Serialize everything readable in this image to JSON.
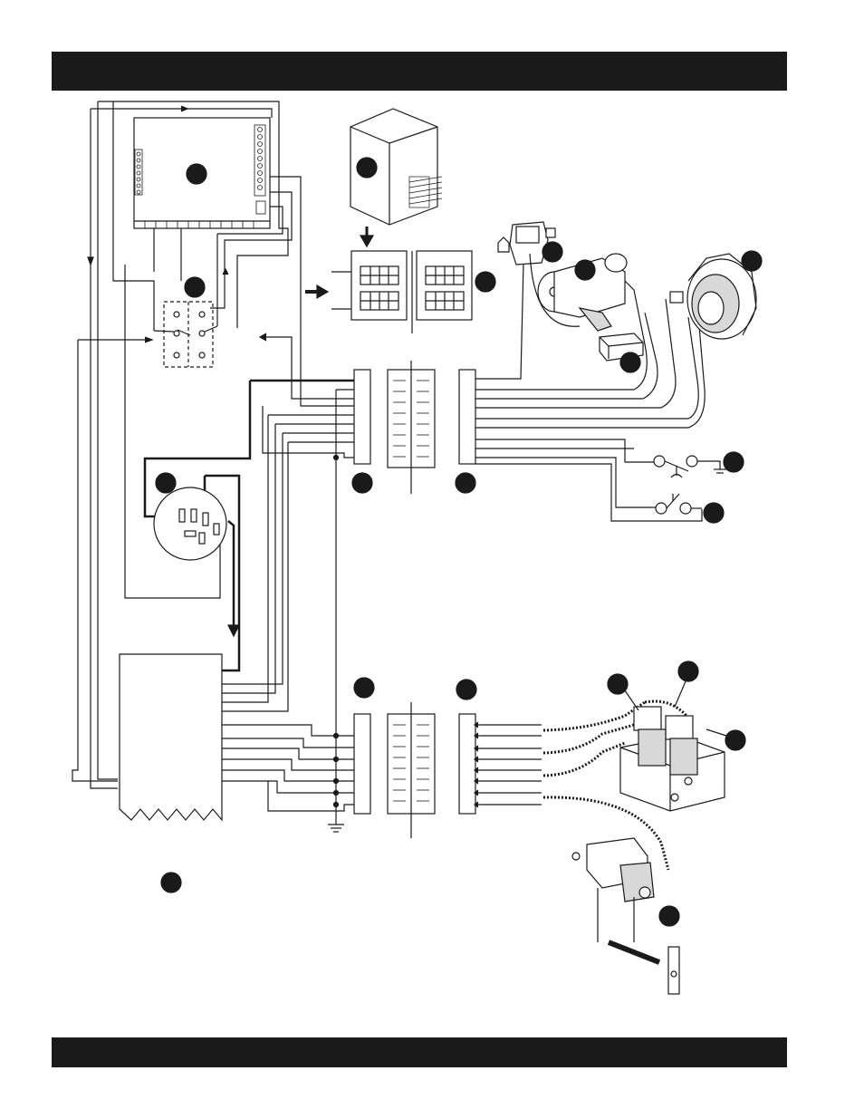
{
  "header": {
    "title": ""
  },
  "footer": {
    "title": ""
  },
  "diagram": {
    "callout_count": 19,
    "colors": {
      "ink": "#1a1a1a",
      "paper": "#ffffff",
      "metal": "#d8d8d8"
    },
    "components": [
      "control-panel-board",
      "enclosure-box",
      "relay-fuse-block-a",
      "relay-fuse-block-b",
      "switch-dashed-block",
      "connector-a-left",
      "connector-a-middle",
      "connector-a-right",
      "connector-b-left",
      "connector-b-middle",
      "connector-b-right",
      "round-receptacle",
      "generator-box",
      "starter-solenoid",
      "starter-motor",
      "battery",
      "alternator",
      "pressure-switch",
      "temperature-switch",
      "hydraulic-valve-block",
      "fuel-actuator-assembly",
      "ground-symbol"
    ]
  }
}
